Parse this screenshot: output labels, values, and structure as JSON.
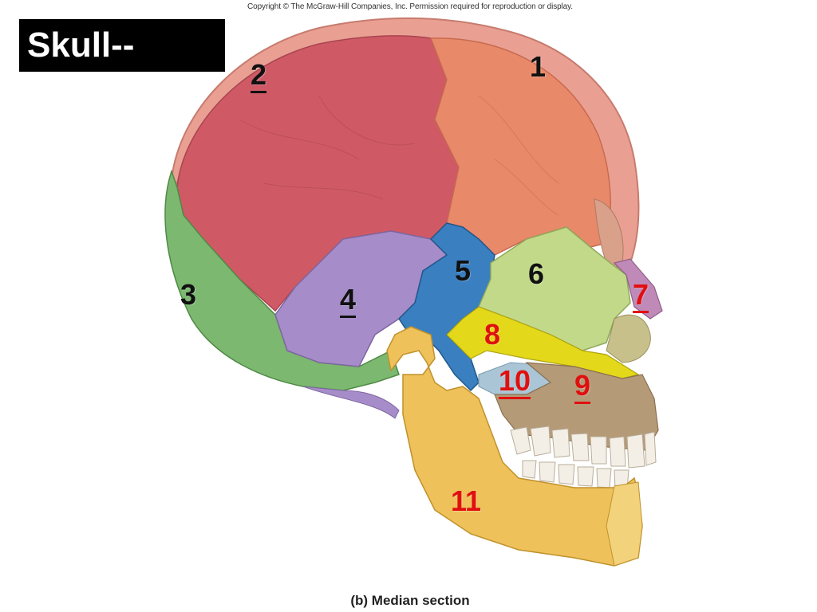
{
  "copyright": "Copyright © The McGraw-Hill Companies, Inc. Permission required for reproduction or display.",
  "title": "Skull--",
  "caption": "(b) Median section",
  "labels": {
    "l1": "1",
    "l2": "2",
    "l3": "3",
    "l4": "4",
    "l5": "5",
    "l6": "6",
    "l7": "7",
    "l8": "8",
    "l9": "9",
    "l10": "10",
    "l11": "11"
  },
  "colors": {
    "parietal": "#cf5a66",
    "frontal": "#e8896a",
    "occipital": "#7cb870",
    "temporal": "#a68cc8",
    "sphenoid": "#3a7fc0",
    "ethmoid": "#c3d98a",
    "nasal": "#c08ab8",
    "vomer": "#e3d81a",
    "maxilla": "#b59a78",
    "palatine": "#a9c5d6",
    "mandible": "#eec15a",
    "teeth": "#f4efe6",
    "label_black": "#111111",
    "label_red": "#e01010"
  }
}
